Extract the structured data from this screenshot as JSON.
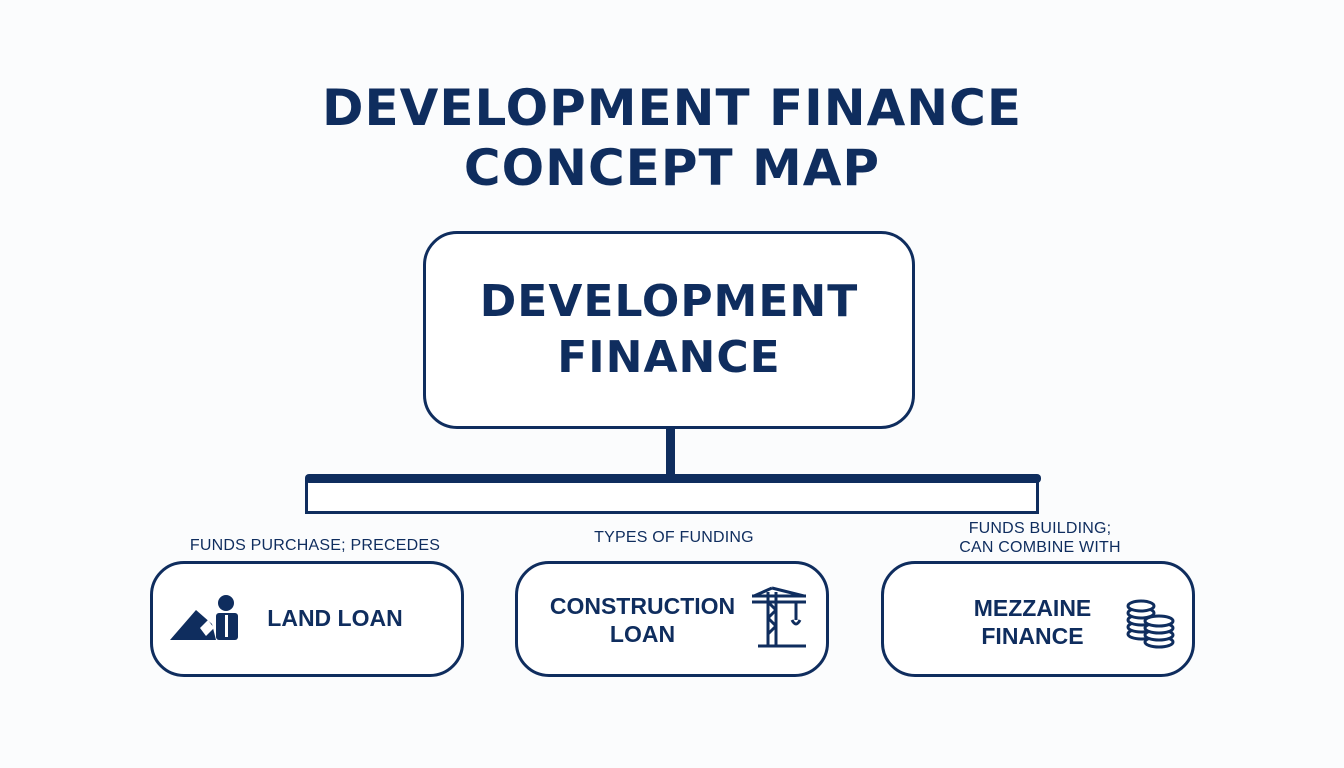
{
  "title": {
    "line1": "DEVELOPMENT FINANCE",
    "line2": "CONCEPT MAP"
  },
  "root": {
    "line1": "DEVELOPMENT",
    "line2": "FINANCE"
  },
  "edges": {
    "left": "FUNDS PURCHASE; PRECEDES",
    "center": "TYPES OF FUNDING",
    "right_line1": "FUNDS BUILDING;",
    "right_line2": "CAN COMBINE WITH"
  },
  "children": [
    {
      "line1": "LAND LOAN",
      "icon": "land-person-icon"
    },
    {
      "line1": "CONSTRUCTION",
      "line2": "LOAN",
      "icon": "crane-icon"
    },
    {
      "line1": "MEZZAINE",
      "line2": "FINANCE",
      "icon": "coin-stack-icon"
    }
  ],
  "colors": {
    "primary": "#0f2d5e",
    "background": "#fbfcfd"
  }
}
